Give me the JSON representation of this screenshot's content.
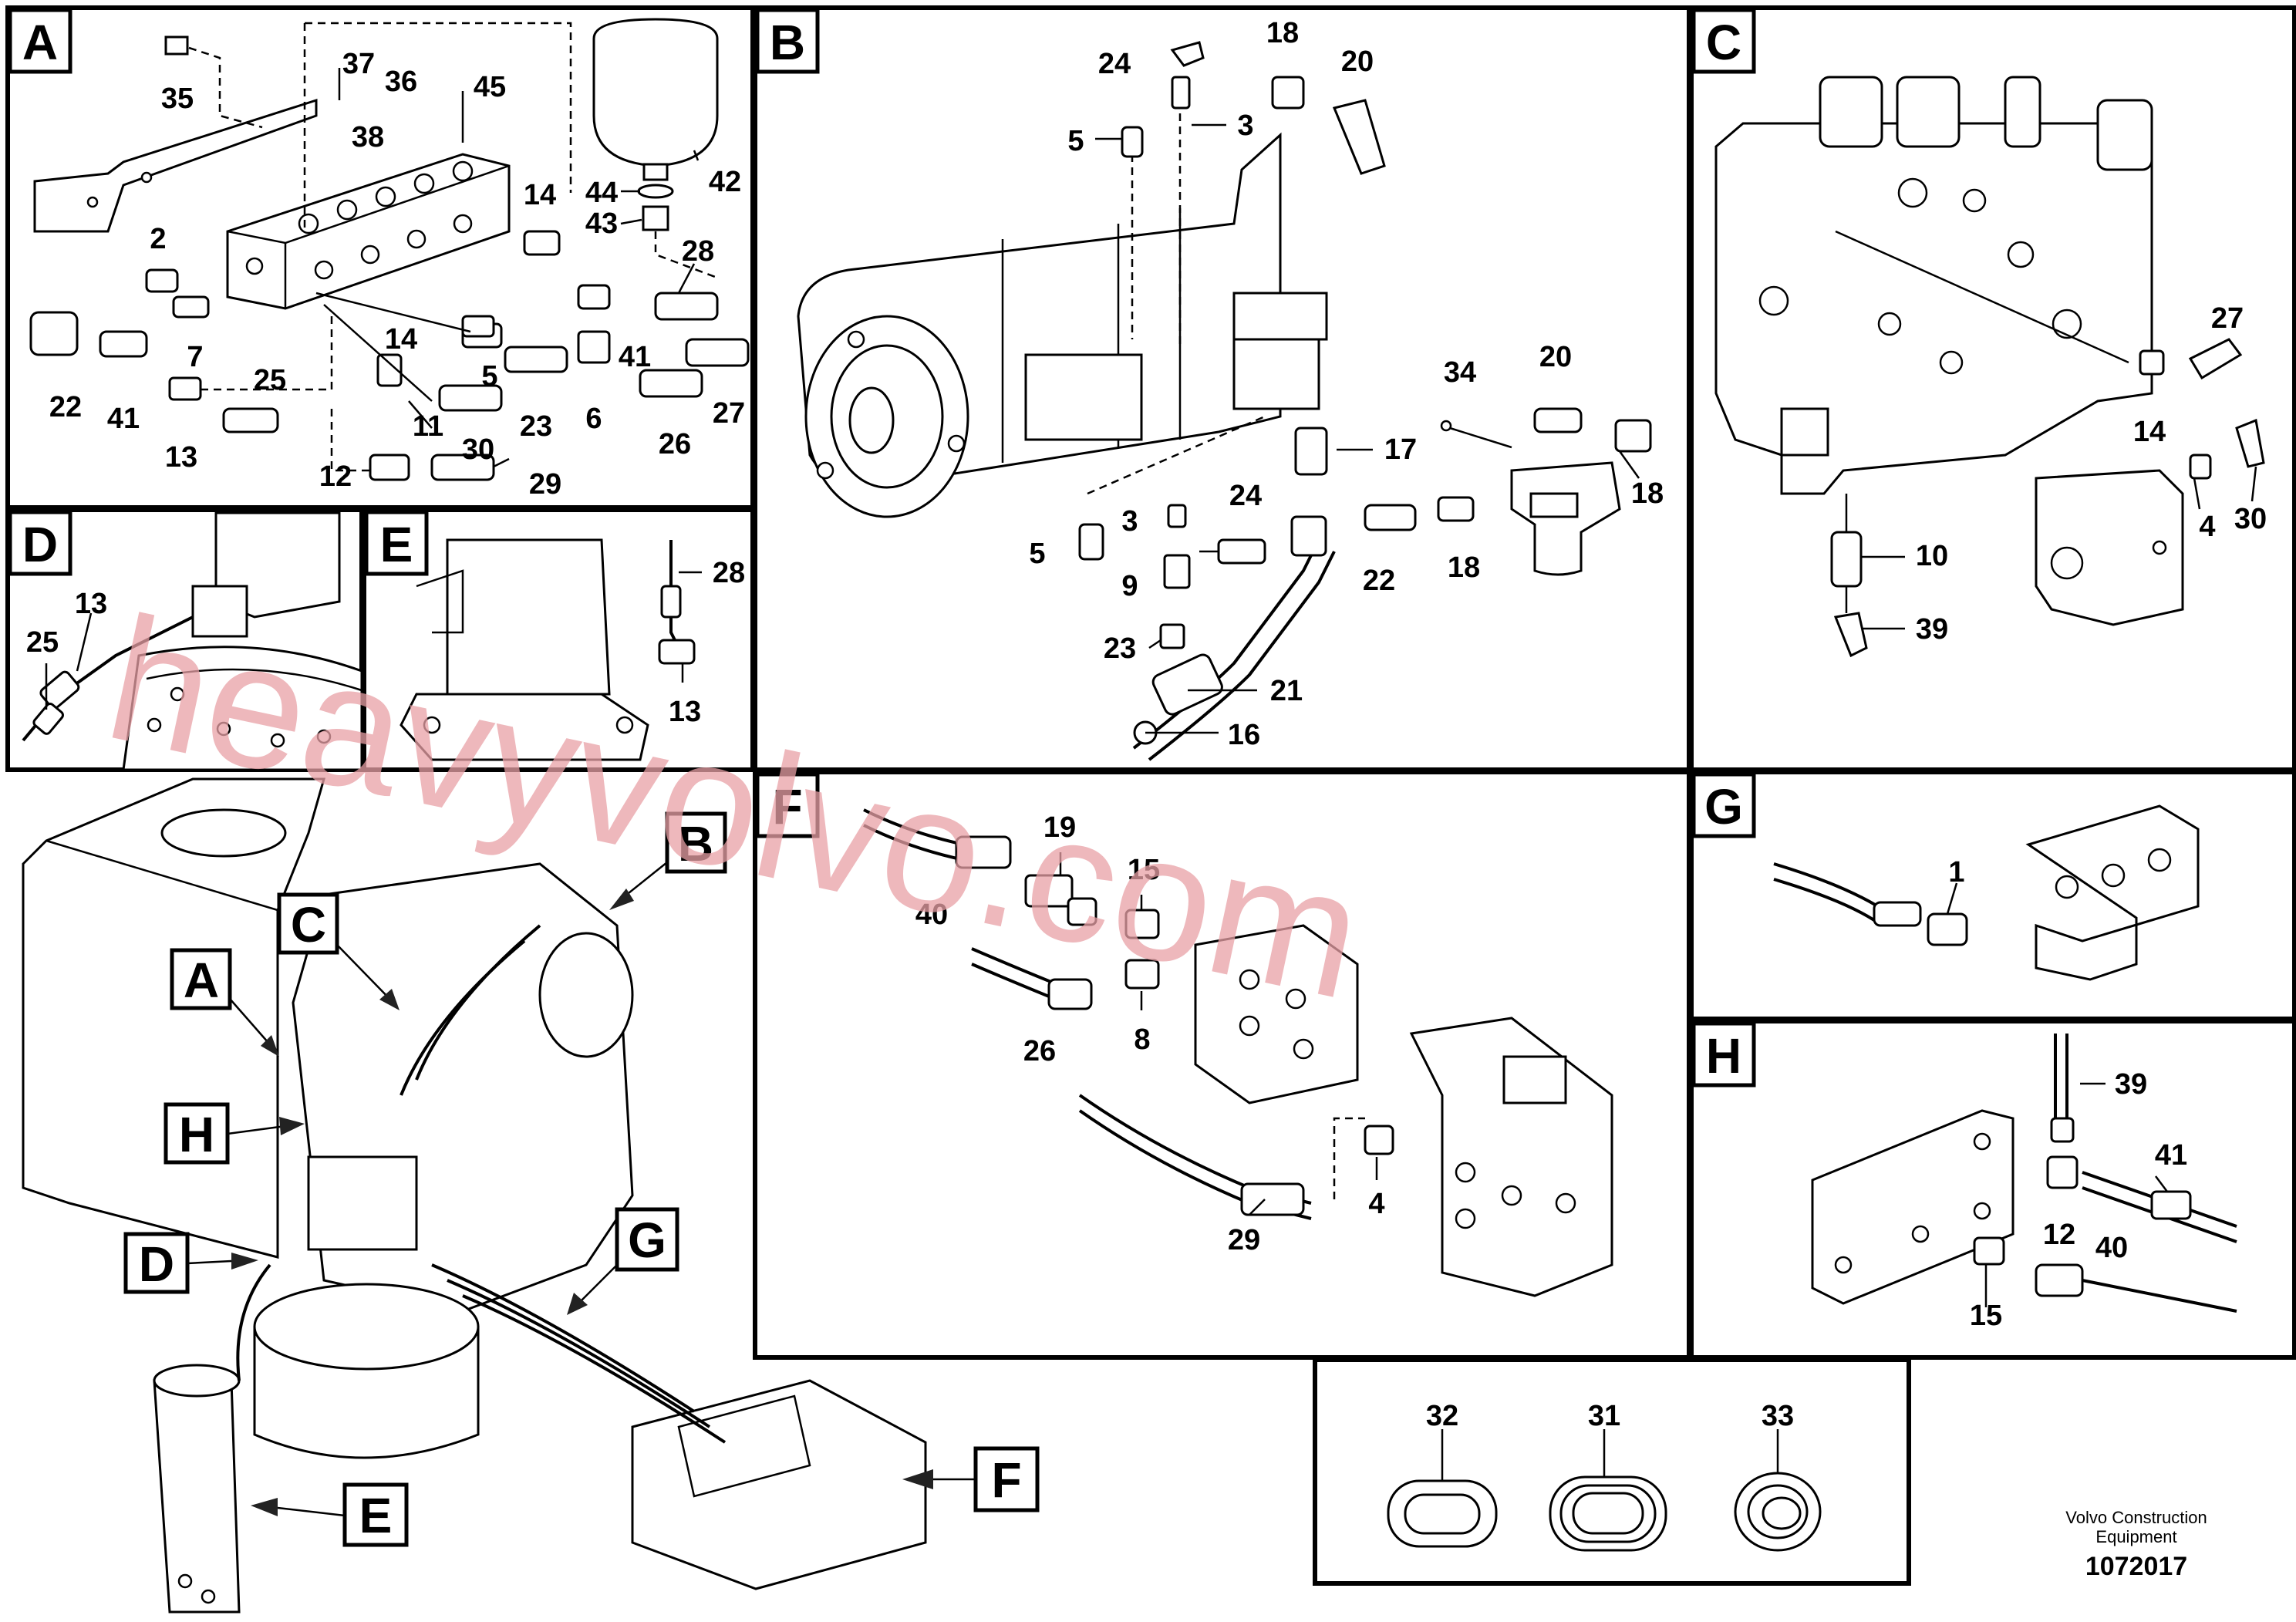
{
  "panels": [
    {
      "id": "A",
      "label": "A"
    },
    {
      "id": "B",
      "label": "B"
    },
    {
      "id": "C",
      "label": "C"
    },
    {
      "id": "D",
      "label": "D"
    },
    {
      "id": "E",
      "label": "E"
    },
    {
      "id": "F",
      "label": "F"
    },
    {
      "id": "G",
      "label": "G"
    },
    {
      "id": "H",
      "label": "H"
    }
  ],
  "overview_tags": [
    "A",
    "B",
    "C",
    "D",
    "E",
    "F",
    "G",
    "H"
  ],
  "callouts": {
    "A": [
      "35",
      "37",
      "36",
      "45",
      "38",
      "42",
      "44",
      "43",
      "2",
      "14",
      "28",
      "7",
      "41",
      "22",
      "25",
      "13",
      "14",
      "11",
      "5",
      "6",
      "23",
      "30",
      "12",
      "29",
      "41",
      "27",
      "26"
    ],
    "B": [
      "24",
      "18",
      "20",
      "5",
      "3",
      "34",
      "20",
      "17",
      "18",
      "24",
      "5",
      "3",
      "9",
      "22",
      "18",
      "23",
      "21",
      "16"
    ],
    "C": [
      "27",
      "14",
      "4",
      "30",
      "10",
      "39"
    ],
    "D": [
      "13",
      "25"
    ],
    "E": [
      "28",
      "13"
    ],
    "F": [
      "19",
      "15",
      "40",
      "26",
      "8",
      "29",
      "4"
    ],
    "G": [
      "1"
    ],
    "H": [
      "39",
      "41",
      "12",
      "40",
      "15"
    ],
    "seals": [
      "32",
      "31",
      "33"
    ]
  },
  "footer": {
    "brand_line1": "Volvo Construction",
    "brand_line2": "Equipment",
    "code": "1072017"
  },
  "watermark": "heavyvolvo.com"
}
